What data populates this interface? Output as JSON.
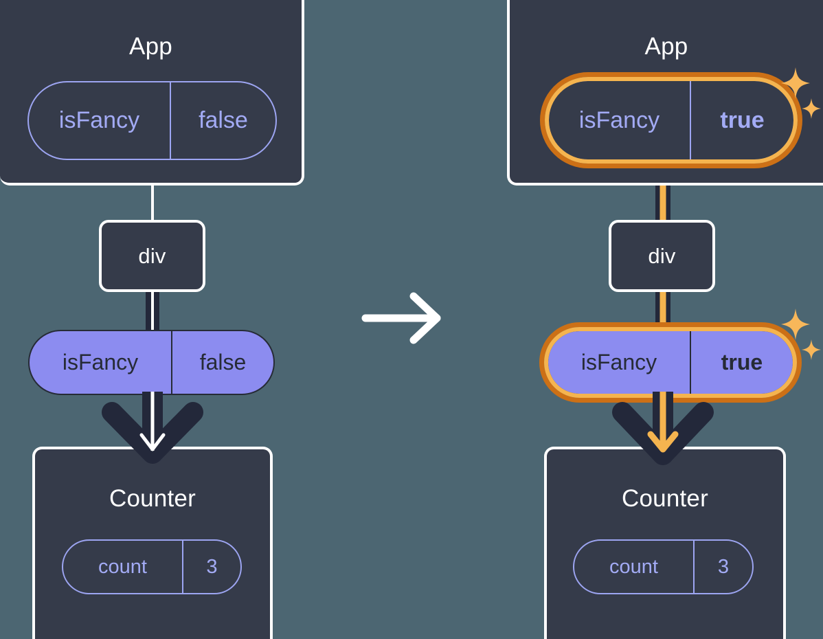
{
  "diagram": {
    "title": "React state propagation before and after isFancy changes",
    "background_color": "#4c6672",
    "transition_icon": "arrow-right-icon",
    "colors": {
      "box_fill": "#353b4a",
      "box_border": "#ffffff",
      "pill_outline_stroke": "#9da5f2",
      "pill_outline_text": "#a3abf5",
      "pill_filled_fill": "#8c8cf0",
      "pill_filled_text": "#262b36",
      "highlight_outer": "#cc7016",
      "highlight_inner": "#f5b44f",
      "wire_dark": "#23283a",
      "wire_light": "#ffffff",
      "sparkle": "#f8b75a"
    }
  },
  "panels": [
    {
      "id": "before",
      "app": {
        "title": "App",
        "state_pill": {
          "key": "isFancy",
          "value": "false",
          "highlighted": false,
          "value_bold": false,
          "style": "outline"
        }
      },
      "div": {
        "title": "div"
      },
      "props_pill": {
        "key": "isFancy",
        "value": "false",
        "highlighted": false,
        "value_bold": false,
        "style": "filled"
      },
      "counter": {
        "title": "Counter",
        "state_pill": {
          "key": "count",
          "value": "3",
          "highlighted": false,
          "value_bold": false,
          "style": "outline"
        }
      },
      "arrow_color": "#ffffff",
      "sparkles": false
    },
    {
      "id": "after",
      "app": {
        "title": "App",
        "state_pill": {
          "key": "isFancy",
          "value": "true",
          "highlighted": true,
          "value_bold": true,
          "style": "outline"
        }
      },
      "div": {
        "title": "div"
      },
      "props_pill": {
        "key": "isFancy",
        "value": "true",
        "highlighted": true,
        "value_bold": true,
        "style": "filled"
      },
      "counter": {
        "title": "Counter",
        "state_pill": {
          "key": "count",
          "value": "3",
          "highlighted": false,
          "value_bold": false,
          "style": "outline"
        }
      },
      "arrow_color": "#f5b44f",
      "sparkles": true
    }
  ]
}
